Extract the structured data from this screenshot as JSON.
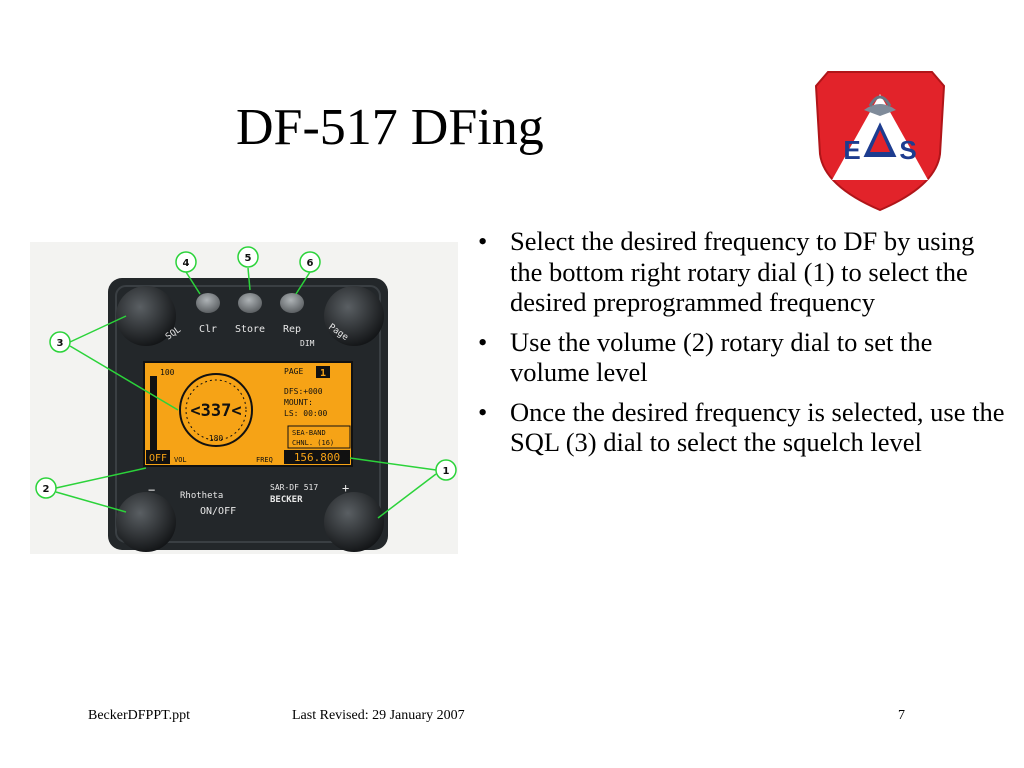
{
  "slide": {
    "title": "DF-517 DFing",
    "bullets": [
      "Select the desired frequency to DF by using the bottom right rotary dial (1) to select the desired preprogrammed frequency",
      "Use the volume (2) rotary dial to set the volume level",
      "Once the desired frequency is selected, use the SQL (3) dial to select the squelch level"
    ]
  },
  "logo": {
    "letter_left": "E",
    "letter_right": "S"
  },
  "device": {
    "callouts": [
      "1",
      "2",
      "3",
      "4",
      "5",
      "6"
    ],
    "buttons": {
      "clr": "Clr",
      "store": "Store",
      "rep": "Rep"
    },
    "labels": {
      "sql": "SQL",
      "page": "Page",
      "dim": "DIM",
      "rhotheta": "Rhotheta",
      "onoff": "ON/OFF",
      "model": "SAR-DF 517",
      "brand": "BECKER",
      "minus": "−",
      "plus": "+"
    },
    "lcd": {
      "bar_top": "100",
      "bearing": "<337<",
      "compass_bottom": "180",
      "page_label": "PAGE",
      "page_num": "1",
      "dfs": "DFS:+000",
      "mount": "MOUNT:",
      "ls": "LS: 00:00",
      "sea_band": "SEA-BAND",
      "chnl": "CHNL. (16)",
      "off": "OFF",
      "vol": "VOL",
      "freq": "FREQ",
      "freq_value": "156.800"
    }
  },
  "footer": {
    "filename": "BeckerDFPPT.ppt",
    "revised": "Last Revised: 29 January 2007",
    "page": "7"
  },
  "colors": {
    "logo_red": "#e2232a",
    "logo_blue": "#1d3c8f",
    "lcd_amber": "#f6a316",
    "bezel": "#23272a",
    "callout_green": "#2bd33a"
  }
}
